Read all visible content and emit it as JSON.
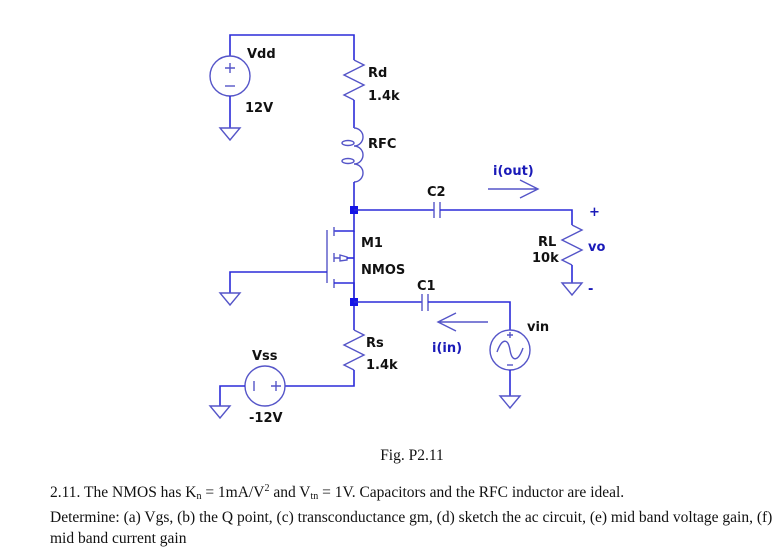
{
  "schematic": {
    "components": {
      "vdd": {
        "name": "Vdd",
        "value": "12V",
        "type": "dc-voltage-source"
      },
      "rd": {
        "name": "Rd",
        "value": "1.4k",
        "type": "resistor"
      },
      "rfc": {
        "name": "RFC",
        "type": "inductor"
      },
      "m1": {
        "name": "M1",
        "model": "NMOS",
        "type": "nmos-transistor"
      },
      "c2": {
        "name": "C2",
        "type": "capacitor"
      },
      "c1": {
        "name": "C1",
        "type": "capacitor"
      },
      "rs": {
        "name": "Rs",
        "value": "1.4k",
        "type": "resistor"
      },
      "vss": {
        "name": "Vss",
        "value": "-12V",
        "type": "dc-voltage-source"
      },
      "rl": {
        "name": "RL",
        "value": "10k",
        "type": "resistor"
      },
      "vin": {
        "name": "vin",
        "type": "ac-voltage-source"
      }
    },
    "annotations": {
      "i_out": "i(out)",
      "i_in": "i(in)",
      "vo": "vo",
      "vo_plus": "+",
      "vo_minus": "-",
      "plus": "+",
      "minus": "−"
    },
    "colors": {
      "wire": "#2b2bd9",
      "component": "#5555c8",
      "node": "#1515e6",
      "current_label": "#1a1ab8"
    }
  },
  "caption": "Fig. P2.11",
  "problem": {
    "number": "2.11.",
    "intro": "The NMOS has",
    "kn_symbol": "K",
    "kn_sub": "n",
    "kn_value": " = 1mA/V",
    "kn_sup": "2",
    "and": " and ",
    "vtn_symbol": "V",
    "vtn_sub": "tn",
    "vtn_value": " = 1V. Capacitors and the RFC inductor are ideal.",
    "determine": "Determine: (a) Vgs, (b) the Q point, (c) transconductance gm, (d) sketch the ac circuit, (e) mid band voltage gain, (f) mid band current gain"
  }
}
